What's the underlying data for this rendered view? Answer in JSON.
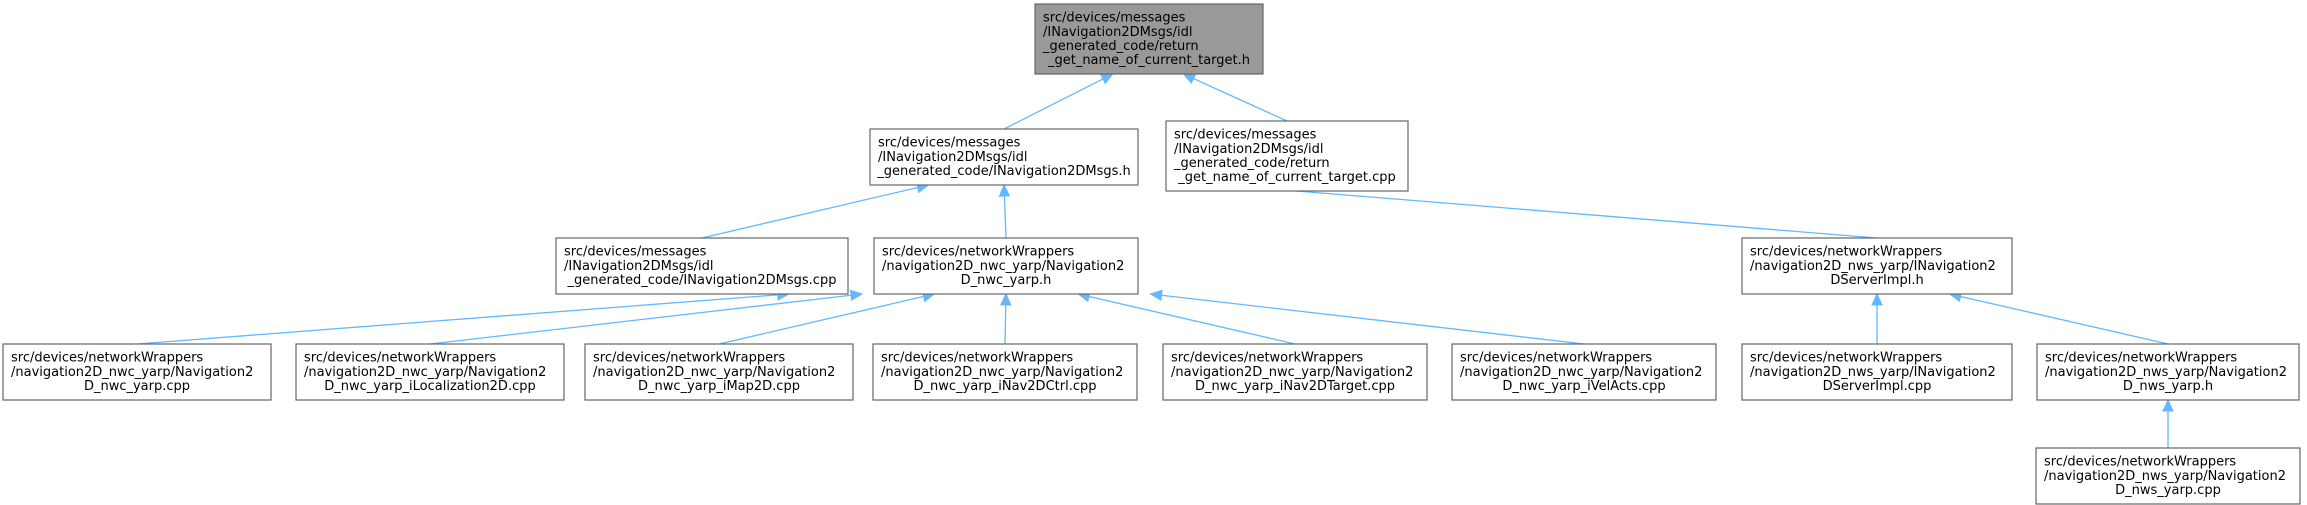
{
  "diagram": {
    "nodes": [
      {
        "id": "root",
        "lines": [
          "src/devices/messages",
          "/INavigation2DMsgs/idl",
          "_generated_code/return",
          "_get_name_of_current_target.h"
        ],
        "highlight": true
      },
      {
        "id": "msgs_h",
        "lines": [
          "src/devices/messages",
          "/INavigation2DMsgs/idl",
          "_generated_code/INavigation2DMsgs.h"
        ]
      },
      {
        "id": "return_cpp",
        "lines": [
          "src/devices/messages",
          "/INavigation2DMsgs/idl",
          "_generated_code/return",
          "_get_name_of_current_target.cpp"
        ]
      },
      {
        "id": "msgs_cpp",
        "lines": [
          "src/devices/messages",
          "/INavigation2DMsgs/idl",
          "_generated_code/INavigation2DMsgs.cpp"
        ]
      },
      {
        "id": "nwc_h",
        "lines": [
          "src/devices/networkWrappers",
          "/navigation2D_nwc_yarp/Navigation2",
          "D_nwc_yarp.h"
        ]
      },
      {
        "id": "server_h",
        "lines": [
          "src/devices/networkWrappers",
          "/navigation2D_nws_yarp/INavigation2",
          "DServerImpl.h"
        ]
      },
      {
        "id": "nwc_cpp",
        "lines": [
          "src/devices/networkWrappers",
          "/navigation2D_nwc_yarp/Navigation2",
          "D_nwc_yarp.cpp"
        ]
      },
      {
        "id": "nwc_iloc",
        "lines": [
          "src/devices/networkWrappers",
          "/navigation2D_nwc_yarp/Navigation2",
          "D_nwc_yarp_iLocalization2D.cpp"
        ]
      },
      {
        "id": "nwc_imap",
        "lines": [
          "src/devices/networkWrappers",
          "/navigation2D_nwc_yarp/Navigation2",
          "D_nwc_yarp_iMap2D.cpp"
        ]
      },
      {
        "id": "nwc_ictrl",
        "lines": [
          "src/devices/networkWrappers",
          "/navigation2D_nwc_yarp/Navigation2",
          "D_nwc_yarp_iNav2DCtrl.cpp"
        ]
      },
      {
        "id": "nwc_itarget",
        "lines": [
          "src/devices/networkWrappers",
          "/navigation2D_nwc_yarp/Navigation2",
          "D_nwc_yarp_iNav2DTarget.cpp"
        ]
      },
      {
        "id": "nwc_ivel",
        "lines": [
          "src/devices/networkWrappers",
          "/navigation2D_nwc_yarp/Navigation2",
          "D_nwc_yarp_iVelActs.cpp"
        ]
      },
      {
        "id": "server_cpp",
        "lines": [
          "src/devices/networkWrappers",
          "/navigation2D_nws_yarp/INavigation2",
          "DServerImpl.cpp"
        ]
      },
      {
        "id": "nws_h",
        "lines": [
          "src/devices/networkWrappers",
          "/navigation2D_nws_yarp/Navigation2",
          "D_nws_yarp.h"
        ]
      },
      {
        "id": "nws_cpp",
        "lines": [
          "src/devices/networkWrappers",
          "/navigation2D_nws_yarp/Navigation2",
          "D_nws_yarp.cpp"
        ]
      }
    ],
    "edges": [
      {
        "from": "msgs_h",
        "to": "root"
      },
      {
        "from": "return_cpp",
        "to": "root"
      },
      {
        "from": "msgs_cpp",
        "to": "msgs_h"
      },
      {
        "from": "nwc_h",
        "to": "msgs_h"
      },
      {
        "from": "server_h",
        "to": "msgs_h"
      },
      {
        "from": "nwc_cpp",
        "to": "nwc_h"
      },
      {
        "from": "nwc_iloc",
        "to": "nwc_h"
      },
      {
        "from": "nwc_imap",
        "to": "nwc_h"
      },
      {
        "from": "nwc_ictrl",
        "to": "nwc_h"
      },
      {
        "from": "nwc_itarget",
        "to": "nwc_h"
      },
      {
        "from": "nwc_ivel",
        "to": "nwc_h"
      },
      {
        "from": "server_cpp",
        "to": "server_h"
      },
      {
        "from": "nws_h",
        "to": "server_h"
      },
      {
        "from": "nws_cpp",
        "to": "nws_h"
      }
    ],
    "colors": {
      "edge": "#63b8ff",
      "root_fill": "#999999",
      "node_border": "#666666"
    }
  }
}
